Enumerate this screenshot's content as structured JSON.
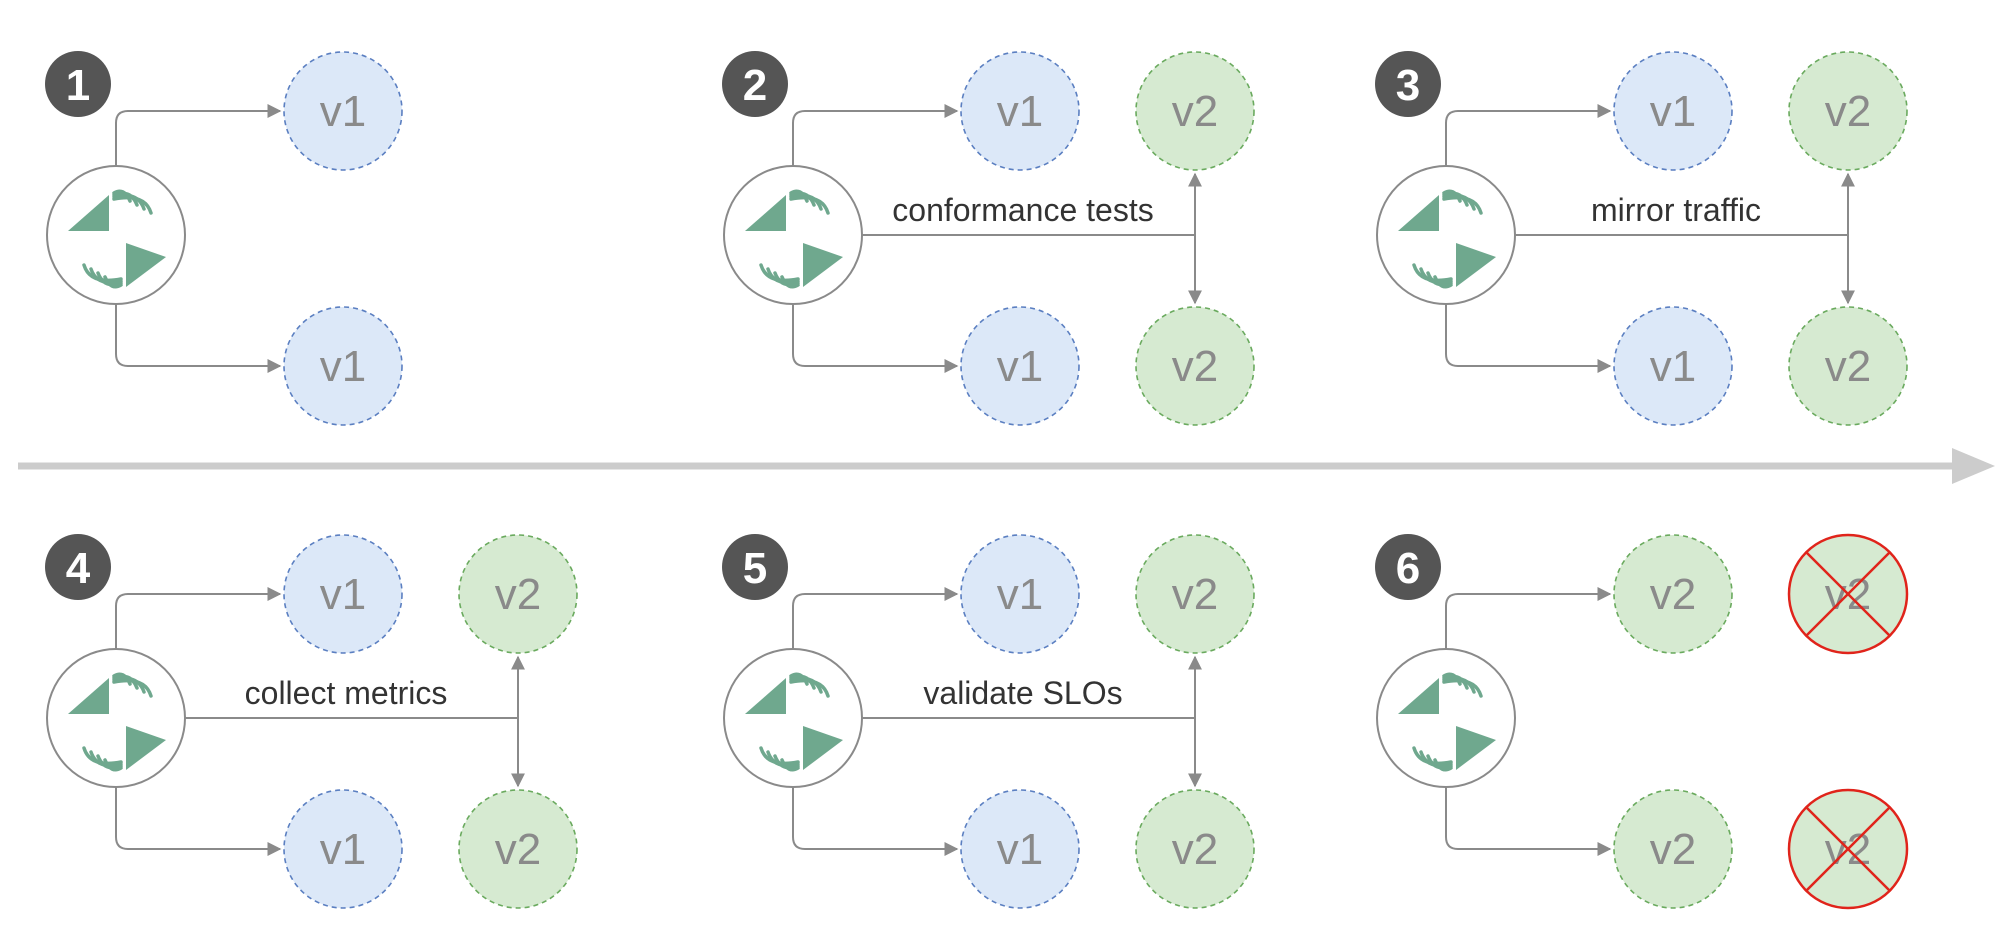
{
  "colors": {
    "v1_fill": "#dce8f8",
    "v1_stroke": "#5b7fc1",
    "v2_fill": "#d6ead1",
    "v2_stroke": "#6aaa5e",
    "version_text": "#8a8a8a",
    "badge": "#555555",
    "connector": "#8a8a8a",
    "logo": "#6fa88e",
    "timeline": "#cccccc",
    "cross": "#e0241b"
  },
  "panels": [
    {
      "number": "1",
      "label": "",
      "top_targets": [
        "v1"
      ],
      "bottom_targets": [
        "v1"
      ],
      "removed": []
    },
    {
      "number": "2",
      "label": "conformance tests",
      "top_targets": [
        "v1",
        "v2"
      ],
      "bottom_targets": [
        "v1",
        "v2"
      ],
      "removed": []
    },
    {
      "number": "3",
      "label": "mirror traffic",
      "top_targets": [
        "v1",
        "v2"
      ],
      "bottom_targets": [
        "v1",
        "v2"
      ],
      "removed": []
    },
    {
      "number": "4",
      "label": "collect metrics",
      "top_targets": [
        "v1",
        "v2"
      ],
      "bottom_targets": [
        "v1",
        "v2"
      ],
      "removed": []
    },
    {
      "number": "5",
      "label": "validate SLOs",
      "top_targets": [
        "v1",
        "v2"
      ],
      "bottom_targets": [
        "v1",
        "v2"
      ],
      "removed": []
    },
    {
      "number": "6",
      "label": "",
      "top_targets": [
        "v2",
        "v2"
      ],
      "bottom_targets": [
        "v2",
        "v2"
      ],
      "removed": [
        "top-2",
        "bottom-2"
      ]
    }
  ]
}
